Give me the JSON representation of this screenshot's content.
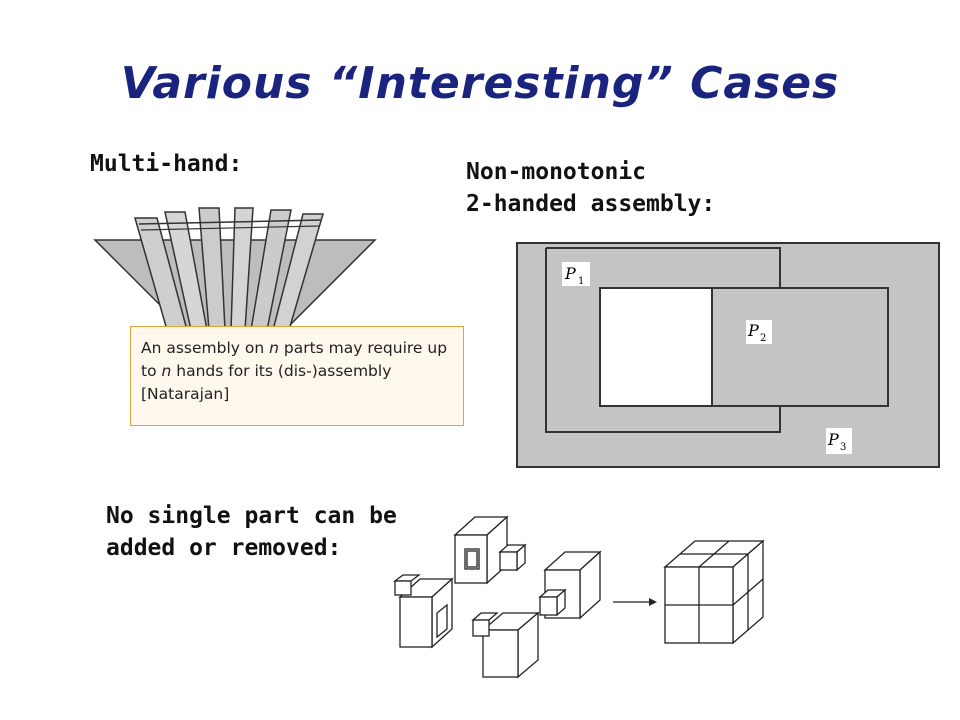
{
  "slide": {
    "title": "Various “Interesting” Cases",
    "multi_hand": {
      "heading": "Multi-hand:",
      "note": {
        "t1": "An assembly on ",
        "n1": "n",
        "t2": " parts may require up to ",
        "n2": "n",
        "t3": " hands for its (dis-)assembly [Natarajan]"
      }
    },
    "non_monotonic": {
      "heading_line1": "Non-monotonic",
      "heading_line2": "2-handed assembly:",
      "labels": {
        "p1_base": "P",
        "p1_sub": "1",
        "p2_base": "P",
        "p2_sub": "2",
        "p3_base": "P",
        "p3_sub": "3"
      }
    },
    "no_single_part": {
      "heading_line1": "No single part can be",
      "heading_line2": "added or removed:"
    }
  }
}
